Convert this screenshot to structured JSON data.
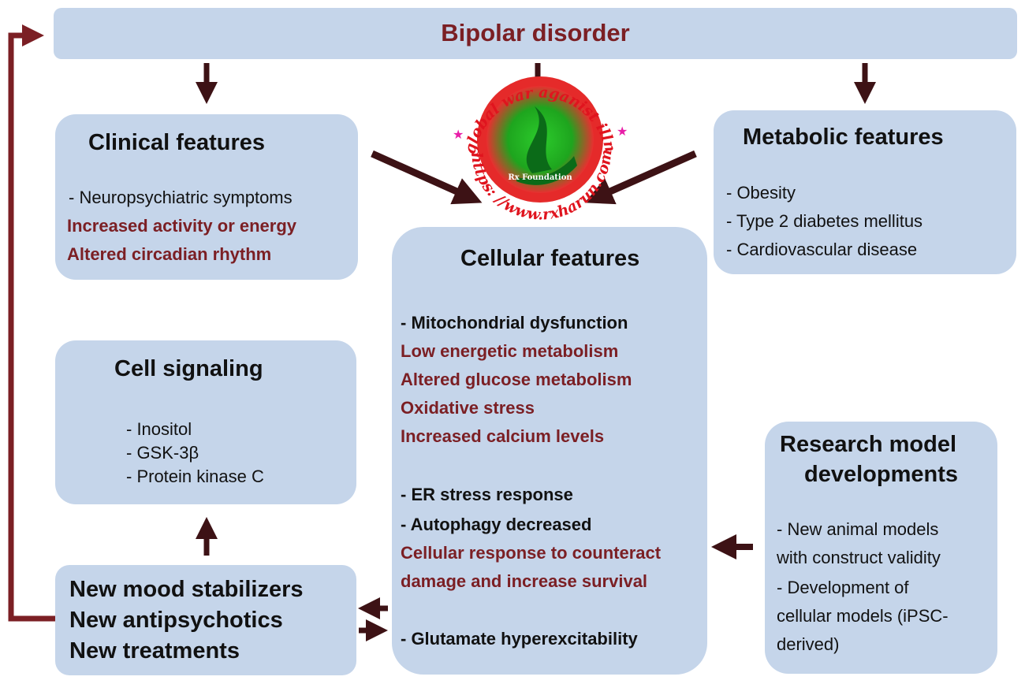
{
  "top": {
    "title": "Bipolar disorder"
  },
  "clinical": {
    "title": "Clinical features",
    "lines": [
      "- Neuropsychiatric symptoms",
      "Increased activity or energy",
      "Altered circadian rhythm"
    ]
  },
  "metabolic": {
    "title": "Metabolic features",
    "lines": [
      "- Obesity",
      "- Type 2 diabetes mellitus",
      "- Cardiovascular disease"
    ]
  },
  "cellular": {
    "title": "Cellular features",
    "lines": [
      "- Mitochondrial dysfunction",
      "Low energetic metabolism",
      "Altered glucose metabolism",
      "Oxidative stress",
      "Increased calcium levels",
      "- ER stress response",
      "- Autophagy decreased",
      "Cellular response to counteract",
      "damage and increase survival",
      "- Glutamate hyperexcitability"
    ]
  },
  "signaling": {
    "title": "Cell signaling",
    "lines": [
      "- Inositol",
      "- GSK-3β",
      "- Protein kinase C"
    ]
  },
  "treatments": {
    "lines": [
      "New mood stabilizers",
      "New antipsychotics",
      "New treatments"
    ]
  },
  "research": {
    "title_1": "Research model",
    "title_2": "developments",
    "lines": [
      "- New animal models",
      "with construct validity",
      "- Development of",
      "cellular models (iPSC-",
      "derived)"
    ]
  },
  "watermark": {
    "arc_text": "....a global war aganist illness!",
    "url": "https: //www.rxharun.com",
    "name": "Rx Foundation"
  },
  "colors": {
    "box": "#c5d5ea",
    "accent": "#7b1f24",
    "arrow": "#3d1215"
  }
}
